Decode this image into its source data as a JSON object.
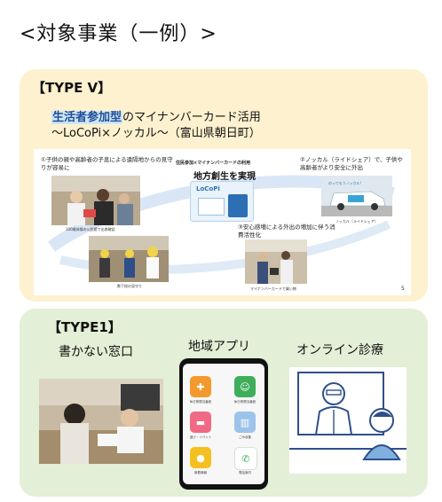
{
  "title": "<対象事業（一例）>",
  "type_v": {
    "heading": "【TYPE V】",
    "highlight": "生活者参加型",
    "line1_rest": "のマイナンバーカード活用",
    "line2": "～LoCoPi×ノッカル～（富山県朝日町）",
    "slide": {
      "point1": "①子供の親や高齢者の子息による遠隔地からの見守りが容易に",
      "point1_cap": "100歳体操の公民館で出席確認",
      "point1b_cap": "数下校の見守り",
      "center_top": "住民参加×マイナンバーカードの利用",
      "center_title": "地方創生を実現",
      "card_brand": "LoCoPi",
      "point2": "②ノッカル（ライドシェア）で、子供や高齢者がより安全に外出",
      "point2_cap": "ノッカル（ライドシェア）",
      "car_sign": "のってもうノッカル!",
      "point3": "③安心感増による外出の増加に伴う消費活性化",
      "point3_cap": "マイナンバーカードで買い物",
      "page_number": "5"
    }
  },
  "type_1": {
    "heading": "【TYPE1】",
    "items": [
      {
        "label": "書かない窓口"
      },
      {
        "label": "地域アプリ"
      },
      {
        "label": "オンライン診療"
      }
    ],
    "app_tiles": [
      {
        "icon": "medical-icon",
        "caption": "休日夜間当番医",
        "color": "#f29a2e",
        "glyph": "✚"
      },
      {
        "icon": "baby-icon",
        "caption": "休日夜間当番医",
        "color": "#3fae5a",
        "glyph": "☺"
      },
      {
        "icon": "car-icon",
        "caption": "遊び・イベント",
        "color": "#f06a86",
        "glyph": "🚗"
      },
      {
        "icon": "trash-icon",
        "caption": "ごみ収集",
        "color": "#9cc3ea",
        "glyph": "🗑"
      },
      {
        "icon": "chat-icon",
        "caption": "新着情報",
        "color": "#f4c021",
        "glyph": "💬"
      },
      {
        "icon": "phone-icon",
        "caption": "電話案内",
        "color": "#ffffff",
        "glyph": "📞"
      }
    ]
  }
}
